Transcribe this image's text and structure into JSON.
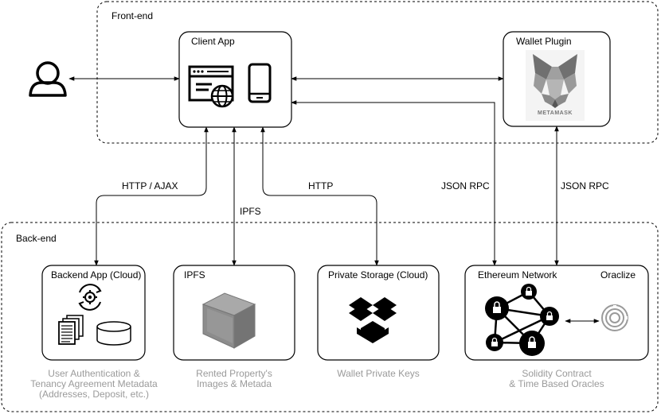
{
  "zones": {
    "frontend": "Front-end",
    "backend": "Back-end"
  },
  "nodes": {
    "client_app": "Client App",
    "wallet_plugin": "Wallet Plugin",
    "metamask_brand": "METAMASK",
    "backend_app": "Backend App (Cloud)",
    "ipfs": "IPFS",
    "private_storage": "Private Storage (Cloud)",
    "ethereum_network": "Ethereum Network",
    "oraclize": "Oraclize"
  },
  "edges": {
    "http_ajax": "HTTP / AJAX",
    "ipfs": "IPFS",
    "http": "HTTP",
    "json_rpc_1": "JSON RPC",
    "json_rpc_2": "JSON RPC"
  },
  "captions": {
    "backend_app": [
      "User Authentication &",
      "Tenancy Agreement Metadata",
      "(Addresses, Deposit, etc.)"
    ],
    "ipfs": [
      "Rented Property's",
      "Images & Metada"
    ],
    "private_storage": [
      "Wallet Private Keys"
    ],
    "ethereum": [
      "Solidity Contract",
      "& Time Based Oracles"
    ]
  },
  "colors": {
    "caption": "#9a9a9a",
    "line": "#000000",
    "ipfs_cube": "#8c8c8c",
    "fox": "#8a8a8a"
  },
  "icons": [
    "user-icon",
    "browser-globe-icon",
    "mobile-phone-icon",
    "metamask-fox-icon",
    "sync-gear-icon",
    "documents-icon",
    "database-icon",
    "ipfs-cube-icon",
    "dropbox-icon",
    "blockchain-network-icon",
    "oraclize-icon"
  ]
}
